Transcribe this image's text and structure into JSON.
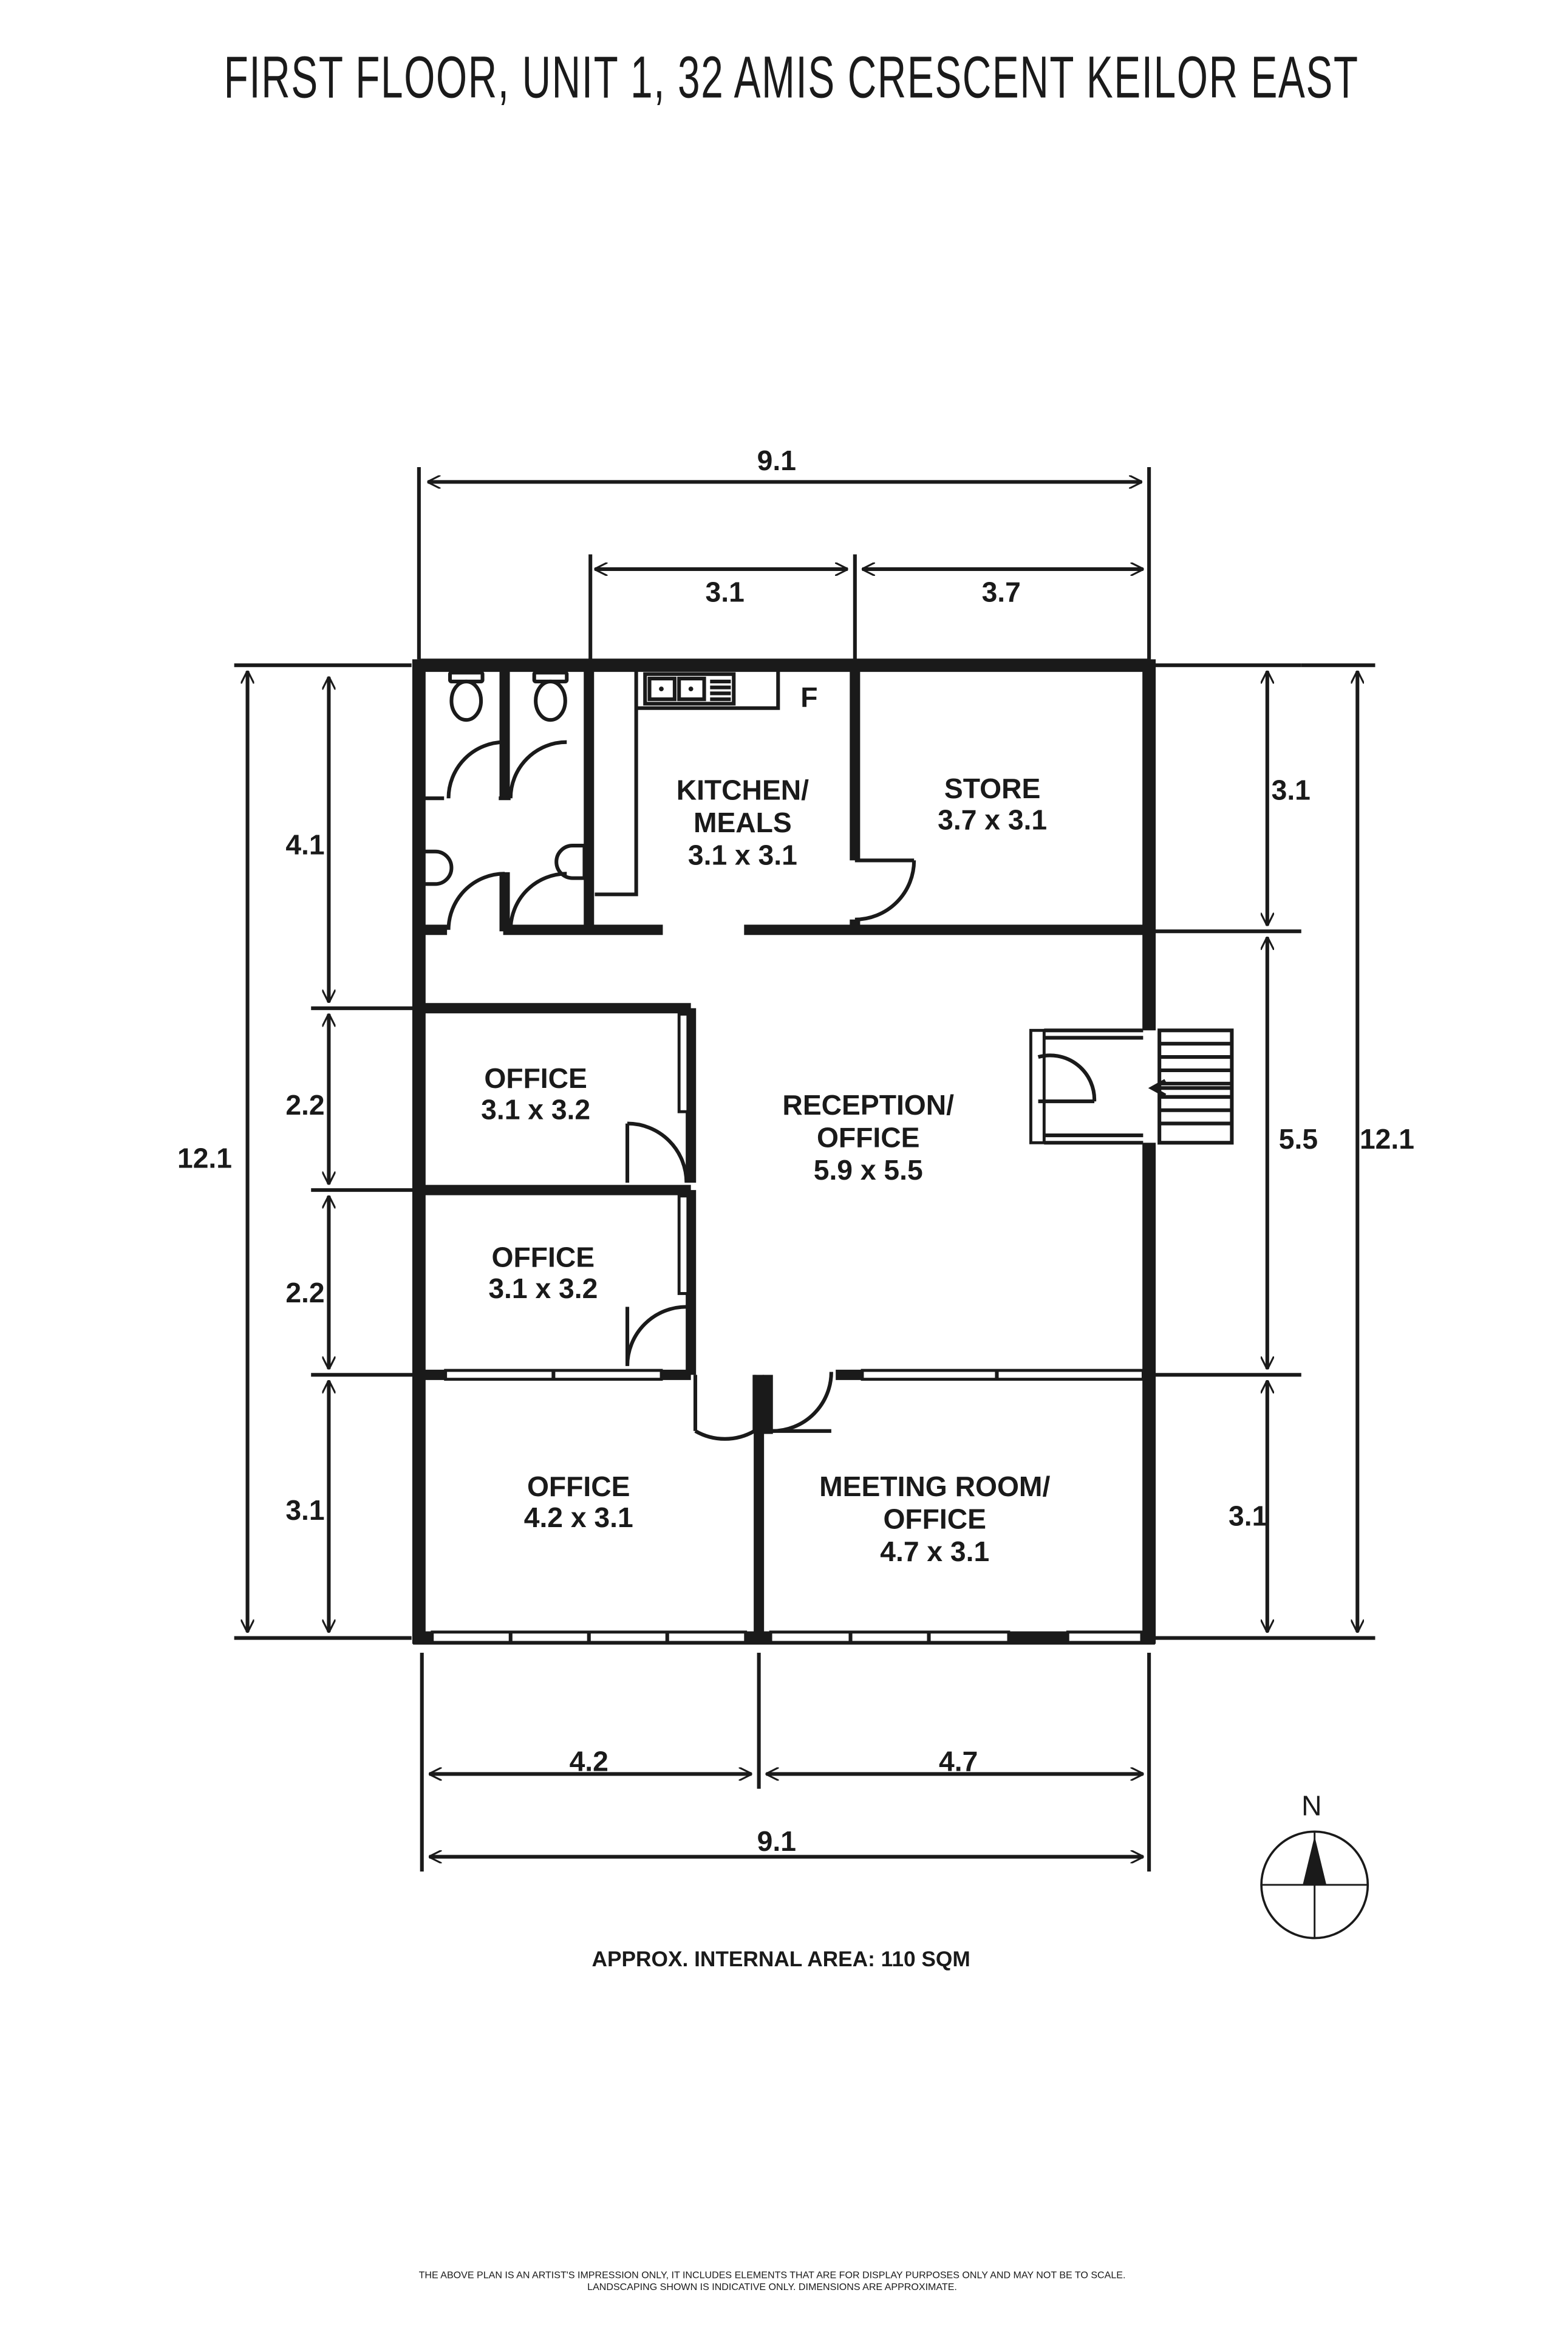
{
  "title": "FIRST FLOOR, UNIT 1, 32 AMIS CRESCENT KEILOR EAST",
  "dimensions": {
    "top_total": "9.1",
    "top_kitchen": "3.1",
    "top_store": "3.7",
    "left_total": "12.1",
    "left_wc": "4.1",
    "left_office1": "2.2",
    "left_office2": "2.2",
    "left_office3": "3.1",
    "right_total": "12.1",
    "right_store": "3.1",
    "right_reception": "5.5",
    "right_meeting": "3.1",
    "bottom_office": "4.2",
    "bottom_meeting": "4.7",
    "bottom_total": "9.1"
  },
  "rooms": {
    "kitchen": {
      "name1": "KITCHEN/",
      "name2": "MEALS",
      "size": "3.1 x 3.1"
    },
    "fridge": "F",
    "store": {
      "name": "STORE",
      "size": "3.7 x 3.1"
    },
    "office_a": {
      "name": "OFFICE",
      "size": "3.1 x 3.2"
    },
    "office_b": {
      "name": "OFFICE",
      "size": "3.1 x 3.2"
    },
    "reception": {
      "name1": "RECEPTION/",
      "name2": "OFFICE",
      "size": "5.9 x 5.5"
    },
    "office_c": {
      "name": "OFFICE",
      "size": "4.2 x 3.1"
    },
    "meeting": {
      "name1": "MEETING ROOM/",
      "name2": "OFFICE",
      "size": "4.7 x 3.1"
    }
  },
  "compass": {
    "label": "N"
  },
  "area_note": "APPROX. INTERNAL AREA: 110 SQM",
  "disclaimer": {
    "line1": "THE ABOVE PLAN IS AN ARTIST'S IMPRESSION ONLY, IT INCLUDES ELEMENTS THAT ARE FOR DISPLAY PURPOSES ONLY AND MAY NOT BE TO SCALE.",
    "line2": "LANDSCAPING SHOWN IS INDICATIVE ONLY. DIMENSIONS ARE APPROXIMATE."
  }
}
